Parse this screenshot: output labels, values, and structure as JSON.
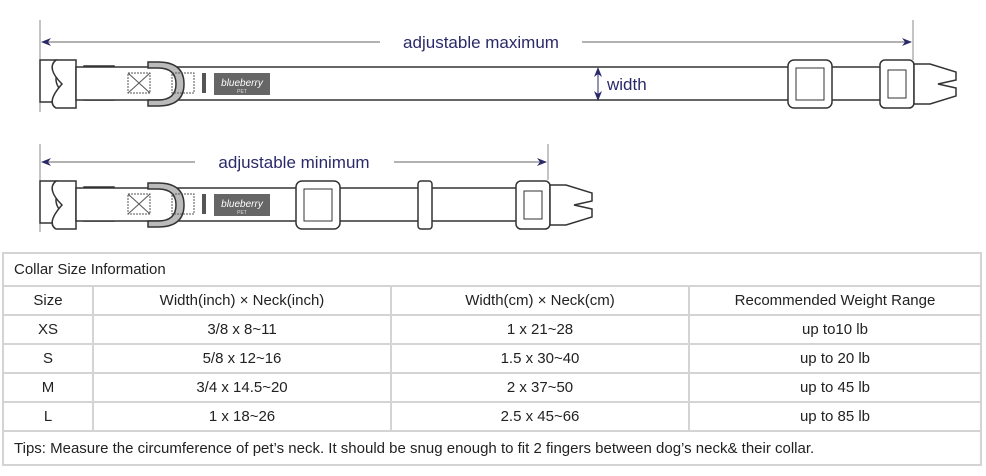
{
  "diagram": {
    "max_label": "adjustable maximum",
    "min_label": "adjustable minimum",
    "width_label": "width",
    "logo_text": "blueberry",
    "logo_sub": "PET",
    "arrow_color": "#2a2a6a"
  },
  "table": {
    "title": "Collar Size Information",
    "headers": [
      "Size",
      "Width(inch)  × Neck(inch)",
      "Width(cm)  × Neck(cm)",
      "Recommended Weight Range"
    ],
    "rows": [
      [
        "XS",
        "3/8 x 8~11",
        "1 x 21~28",
        "up to10 lb"
      ],
      [
        "S",
        "5/8 x 12~16",
        "1.5 x 30~40",
        "up to 20 lb"
      ],
      [
        "M",
        "3/4 x 14.5~20",
        "2 x 37~50",
        "up to 45 lb"
      ],
      [
        "L",
        "1 x 18~26",
        "2.5 x 45~66",
        "up to 85 lb"
      ]
    ],
    "tips": "Tips: Measure the circumference of pet’s neck. It should be snug enough to fit 2 fingers between dog’s neck& their collar."
  }
}
